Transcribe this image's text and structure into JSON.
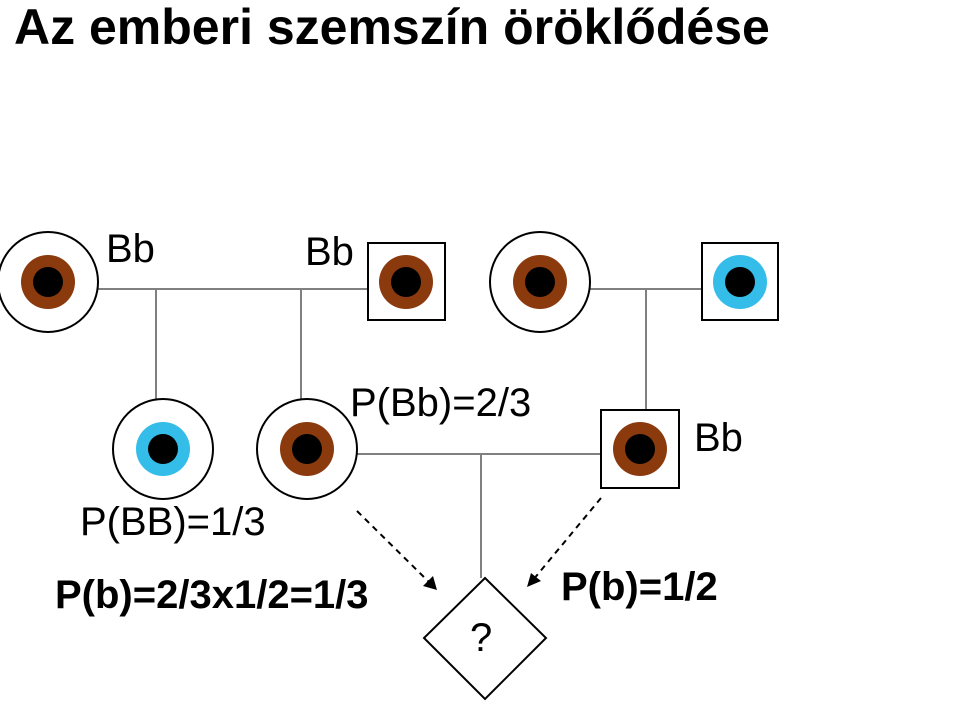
{
  "title": "Az emberi szemszín öröklődése",
  "colors": {
    "brown_iris": "#8b3a0e",
    "blue_iris": "#33bde8",
    "pupil": "#000000",
    "line": "#808080"
  },
  "pedigree": {
    "grandmother_left": {
      "sex": "female",
      "eye": "brown",
      "genotype": "Bb"
    },
    "grandfather_left": {
      "sex": "male",
      "eye": "brown",
      "genotype": "Bb"
    },
    "grandmother_right": {
      "sex": "female",
      "eye": "brown"
    },
    "grandfather_right": {
      "sex": "male",
      "eye": "blue"
    },
    "daughter_blue": {
      "sex": "female",
      "eye": "blue"
    },
    "mother": {
      "sex": "female",
      "eye": "brown"
    },
    "father": {
      "sex": "male",
      "eye": "brown",
      "genotype": "Bb"
    },
    "child": {
      "sex": "unknown",
      "symbol": "?"
    }
  },
  "labels": {
    "grandmother_genotype": "Bb",
    "grandfather_genotype": "Bb",
    "father_genotype": "Bb",
    "mother_p_bb_het": "P(Bb)=2/3",
    "mother_p_bb_hom": "P(BB)=1/3",
    "mother_p_b": "P(b)=2/3x1/2=1/3",
    "father_p_b": "P(b)=1/2",
    "child_symbol": "?"
  }
}
